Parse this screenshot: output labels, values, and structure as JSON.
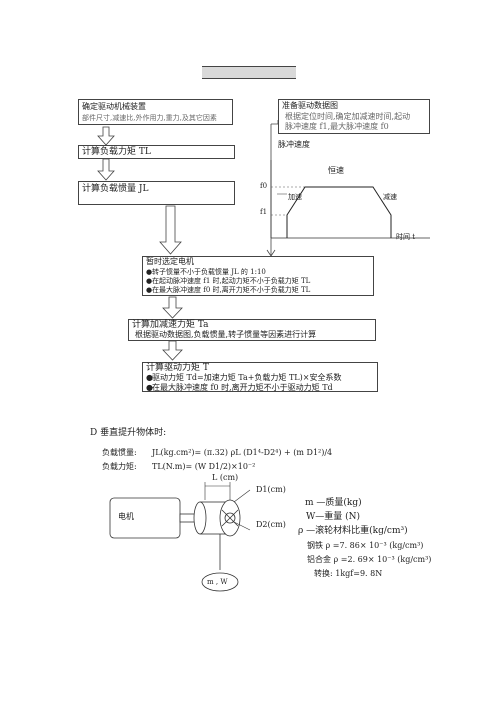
{
  "flow": {
    "box1": {
      "title": "确定驱动机械装置",
      "sub": "部件尺寸,减速比,外作用力,重力,及其它因素"
    },
    "box2": {
      "title": "计算负载力矩 TL"
    },
    "box3": {
      "title": "计算负载惯量 JL"
    },
    "box4": {
      "title": "准备驱动数据图",
      "line1": "根据定位时间,确定加减速时间,起动",
      "line2": "脉冲速度 f1,最大脉冲速度 f0"
    },
    "box5": {
      "title": "暂时选定电机",
      "b1": "转子惯量不小于负载惯量 JL 的 1:10",
      "b2": "在起动脉冲速度 f1 时,起动力矩不小于负载力矩 TL",
      "b3": "在最大脉冲速度 f0 时,离开力矩不小于负载力矩 TL"
    },
    "box6": {
      "title": "计算加减速力矩 Ta",
      "sub": "根据驱动数据图,负载惯量,转子惯量等因素进行计算"
    },
    "box7": {
      "title": "计算驱动力矩 T",
      "b1": "驱动力矩 Td=加速力矩 Ta+负载力矩 TL)×安全系数",
      "b2": "在最大脉冲速度 f0 时,离开力矩不小于驱动力矩 Td"
    }
  },
  "graph": {
    "ylabel": "脉冲速度",
    "xlabel": "时间 t",
    "f0": "f0",
    "f1": "f1",
    "accel": "加速",
    "const": "恒速",
    "decel": "减速"
  },
  "lift": {
    "heading": "D 垂直提升物体时:",
    "inertia_label": "负载惯量:",
    "inertia_formula": "JL(kg.cm²)= (π.32) ρL (D1⁴-D2⁴) + (m D1²)/4",
    "torque_label": "负载力矩:",
    "torque_formula": "TL(N.m)= (W D1/2)×10⁻²",
    "motor": "电机",
    "L": "L (cm)",
    "D1": "D1(cm)",
    "D2": "D2(cm)",
    "mW": "m , W",
    "legend": {
      "m": "m —质量(kg)",
      "W": "W—重量 (N)",
      "rho": "ρ —滚轮材料比重(kg/cm³)",
      "steel": "钢铁 ρ =7. 86× 10⁻³ (kg/cm³)",
      "al": "铝合金 ρ =2. 69× 10⁻³ (kg/cm³)",
      "conv": "转换: 1kgf=9. 8N"
    }
  }
}
